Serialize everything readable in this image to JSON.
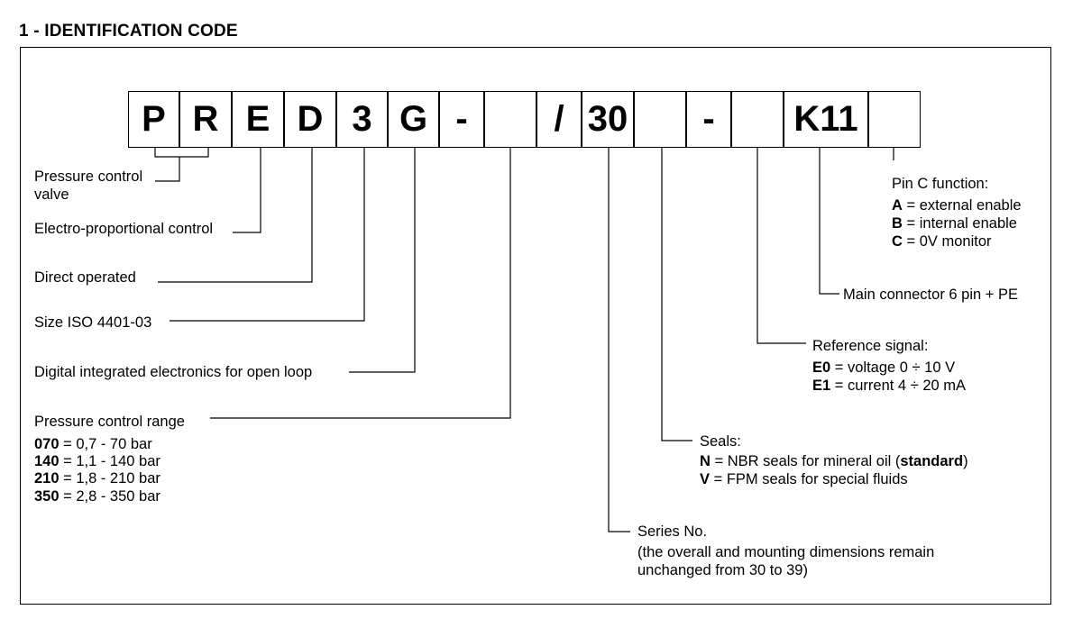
{
  "title": "1 - IDENTIFICATION CODE",
  "code_boxes": [
    "P",
    "R",
    "E",
    "D",
    "3",
    "G",
    "-",
    "",
    "/",
    "30",
    "",
    "-",
    "",
    "K11",
    ""
  ],
  "labels": {
    "pressure_valve_1": "Pressure control",
    "pressure_valve_2": "valve",
    "electro": "Electro-proportional control",
    "direct": "Direct operated",
    "size": "Size ISO 4401-03",
    "digital": "Digital integrated electronics for open loop",
    "range_title": "Pressure control range",
    "range_options": [
      {
        "code": "070",
        "text": " = 0,7 - 70 bar"
      },
      {
        "code": "140",
        "text": " = 1,1 - 140 bar"
      },
      {
        "code": "210",
        "text": " = 1,8 - 210 bar"
      },
      {
        "code": "350",
        "text": " = 2,8 - 350 bar"
      }
    ],
    "series_title": "Series No.",
    "series_note_1": "(the overall and mounting dimensions remain",
    "series_note_2": "unchanged from 30 to 39)",
    "seals_title": "Seals:",
    "seals_options": [
      {
        "code": "N",
        "text": " = NBR seals for mineral oil (",
        "bold_tail": "standard",
        "tail": ")"
      },
      {
        "code": "V",
        "text": " = FPM seals for special fluids",
        "bold_tail": "",
        "tail": ""
      }
    ],
    "reference_title": "Reference signal:",
    "reference_options": [
      {
        "code": "E0",
        "text": " = voltage 0 ÷ 10 V"
      },
      {
        "code": "E1",
        "text": " = current 4 ÷ 20 mA"
      }
    ],
    "connector": "Main connector 6 pin + PE",
    "pinc_title": "Pin C function:",
    "pinc_options": [
      {
        "code": "A",
        "text": " = external enable"
      },
      {
        "code": "B",
        "text": " = internal enable"
      },
      {
        "code": "C",
        "text": " = 0V monitor"
      }
    ]
  }
}
